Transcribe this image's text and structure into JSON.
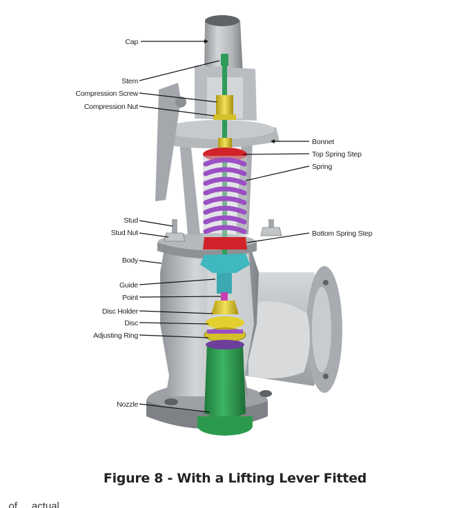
{
  "figure": {
    "caption": "Figure 8 - With a Lifting Lever Fitted",
    "clipped_text": "...of ... actual ... ... ... ... ...",
    "labels_left": [
      {
        "key": "cap",
        "text": "Cap"
      },
      {
        "key": "stem",
        "text": "Stem"
      },
      {
        "key": "compression-screw",
        "text": "Compression Screw"
      },
      {
        "key": "compression-nut",
        "text": "Compression Nut"
      },
      {
        "key": "stud",
        "text": "Stud"
      },
      {
        "key": "stud-nut",
        "text": "Stud Nut"
      },
      {
        "key": "body",
        "text": "Body"
      },
      {
        "key": "guide",
        "text": "Guide"
      },
      {
        "key": "point",
        "text": "Point"
      },
      {
        "key": "disc-holder",
        "text": "Disc Holder"
      },
      {
        "key": "disc",
        "text": "Disc"
      },
      {
        "key": "adjusting-ring",
        "text": "Adjusting Ring"
      },
      {
        "key": "nozzle",
        "text": "Nozzle"
      }
    ],
    "labels_right": [
      {
        "key": "bonnet",
        "text": "Bonnet"
      },
      {
        "key": "top-spring-step",
        "text": "Top Spring Step"
      },
      {
        "key": "spring",
        "text": "Spring"
      },
      {
        "key": "bottom-spring-step",
        "text": "Bottom Spring Step"
      }
    ],
    "colors": {
      "body_metal": "#b9bdc1",
      "body_shadow": "#8c9094",
      "body_cut": "#d7d9db",
      "spring": "#9b4fc4",
      "spring_step": "#d2232a",
      "brass": "#e3cf2e",
      "guide": "#3fb8c0",
      "nozzle": "#2c9a4e",
      "stem": "#2e9c58",
      "point": "#c63fb3"
    }
  }
}
